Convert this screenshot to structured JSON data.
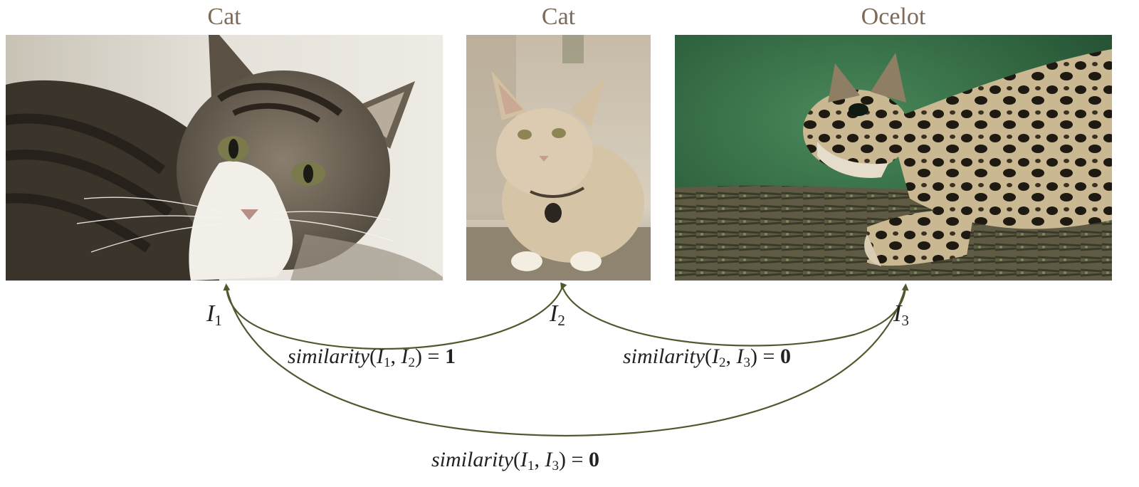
{
  "images": [
    {
      "title": "Cat",
      "id_letter": "I",
      "id_sub": "1",
      "subject": "tabby-cat-photo"
    },
    {
      "title": "Cat",
      "id_letter": "I",
      "id_sub": "2",
      "subject": "cream-cat-photo"
    },
    {
      "title": "Ocelot",
      "id_letter": "I",
      "id_sub": "3",
      "subject": "ocelot-photo"
    }
  ],
  "similarities": [
    {
      "fn": "similarity",
      "a_letter": "I",
      "a_sub": "1",
      "b_letter": "I",
      "b_sub": "2",
      "value": "1"
    },
    {
      "fn": "similarity",
      "a_letter": "I",
      "a_sub": "2",
      "b_letter": "I",
      "b_sub": "3",
      "value": "0"
    },
    {
      "fn": "similarity",
      "a_letter": "I",
      "a_sub": "1",
      "b_letter": "I",
      "b_sub": "3",
      "value": "0"
    }
  ],
  "colors": {
    "title": "#7d6a57",
    "arrow": "#4e5a2e",
    "text": "#222222"
  }
}
